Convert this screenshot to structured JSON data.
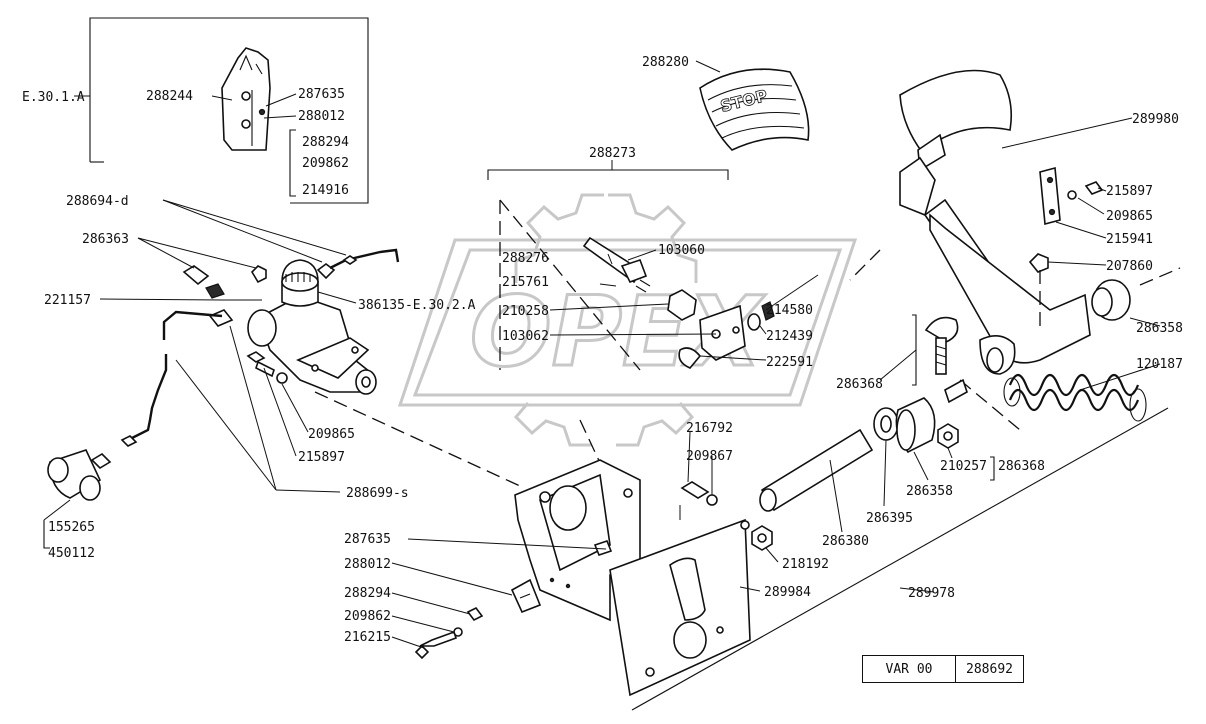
{
  "labels": {
    "e301a": "E.30.1.A",
    "p288244": "288244",
    "p287635a": "287635",
    "p288012a": "288012",
    "p288294a": "288294",
    "p209862a": "209862",
    "p214916": "214916",
    "p288280": "288280",
    "stop": "STOP",
    "p288273": "288273",
    "p289980": "289980",
    "p288694d": "288694-d",
    "p286363": "286363",
    "p221157": "221157",
    "p386135": "386135-E.30.2.A",
    "p288276": "288276",
    "p103060": "103060",
    "p215761": "215761",
    "p210258": "210258",
    "p103062": "103062",
    "p214580": "214580",
    "p212439": "212439",
    "p222591": "222591",
    "p215897a": "215897",
    "p209865a": "209865",
    "p215941": "215941",
    "p207860": "207860",
    "p286358a": "286358",
    "p286368a": "286368",
    "p120187": "120187",
    "p209865b": "209865",
    "p215897b": "215897",
    "p216792": "216792",
    "p209867": "209867",
    "p210257": "210257",
    "p286368b": "286368",
    "p286358b": "286358",
    "p286395": "286395",
    "p286380": "286380",
    "p288699s": "288699-s",
    "p155265": "155265",
    "p450112": "450112",
    "p287635b": "287635",
    "p288012b": "288012",
    "p288294b": "288294",
    "p209862b": "209862",
    "p216215": "216215",
    "p218192": "218192",
    "p289984": "289984",
    "p289978": "289978",
    "watermark": "OPEX"
  },
  "variant": {
    "label": "VAR 00",
    "number": "288692"
  }
}
